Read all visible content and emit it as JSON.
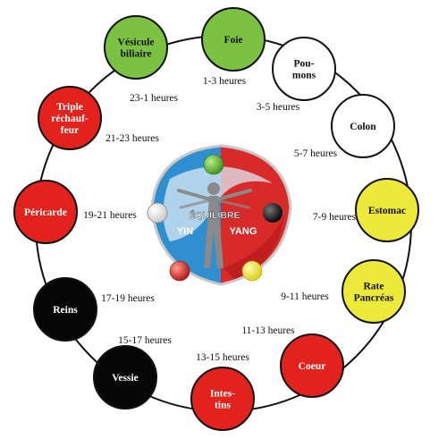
{
  "organs": [
    {
      "lines": [
        "Foie"
      ],
      "color": "#7cc242",
      "text_color": "#111111",
      "label_after": "1-3 heures"
    },
    {
      "lines": [
        "Pou-",
        "mons"
      ],
      "color": "#ffffff",
      "text_color": "#111111",
      "label_after": "3-5 heures"
    },
    {
      "lines": [
        "Colon"
      ],
      "color": "#ffffff",
      "text_color": "#111111",
      "label_after": "5-7  heures"
    },
    {
      "lines": [
        "Estomac"
      ],
      "color": "#ece93b",
      "text_color": "#111111",
      "label_after": "7-9 heures"
    },
    {
      "lines": [
        "Rate",
        "Pancréas"
      ],
      "color": "#ece93b",
      "text_color": "#111111",
      "label_after": "9-11 heures"
    },
    {
      "lines": [
        "Coeur"
      ],
      "color": "#e3221d",
      "text_color": "#ffffff",
      "label_after": "11-13 heures"
    },
    {
      "lines": [
        "Intes-",
        "tins"
      ],
      "color": "#e3221d",
      "text_color": "#ffffff",
      "label_after": "13-15 heures"
    },
    {
      "lines": [
        "Vessie"
      ],
      "color": "#060606",
      "text_color": "#ffffff",
      "label_after": "15-17 heures"
    },
    {
      "lines": [
        "Reins"
      ],
      "color": "#060606",
      "text_color": "#ffffff",
      "label_after": "17-19 heures"
    },
    {
      "lines": [
        "Péricarde"
      ],
      "color": "#e3221d",
      "text_color": "#ffffff",
      "label_after": "19-21 heures"
    },
    {
      "lines": [
        "Triple",
        "réchauf-",
        "feur"
      ],
      "color": "#e3221d",
      "text_color": "#ffffff",
      "label_after": "21-23 heures"
    },
    {
      "lines": [
        "Vésicule",
        "biliaire"
      ],
      "color": "#7cc242",
      "text_color": "#111111",
      "label_after": "23-1 heures"
    }
  ],
  "center": {
    "title": "ÉQUILIBRE",
    "yin": "YIN",
    "yang": "YANG",
    "colors": {
      "yin_blue": "#2f8fd0",
      "yang_red": "#d92a2a",
      "ring_light": "#dce9f4",
      "figure": "#8a8a8a"
    },
    "balls": [
      "green",
      "black",
      "yellow",
      "red",
      "white"
    ]
  }
}
